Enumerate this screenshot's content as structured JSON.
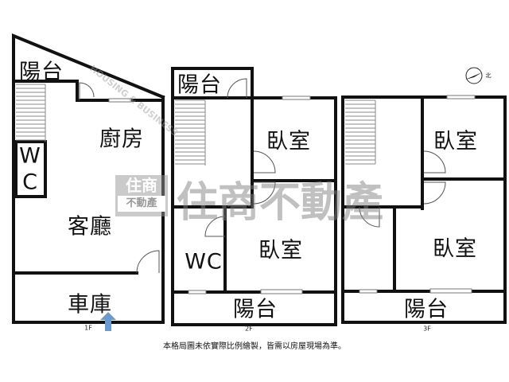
{
  "floors": [
    {
      "name": "1F",
      "rooms": [
        "陽台",
        "廚房",
        "W",
        "C",
        "客廳",
        "車庫"
      ]
    },
    {
      "name": "2F",
      "rooms": [
        "陽台",
        "臥室",
        "臥室",
        "WC",
        "陽台"
      ]
    },
    {
      "name": "3F",
      "rooms": [
        "臥室",
        "臥室",
        "陽台"
      ]
    }
  ],
  "note": "本格局圖未依實際比例繪製，皆需以房屋現場為準。",
  "compass_label": "北",
  "watermark": {
    "brand": "住商不動產",
    "badge_top": "住商",
    "badge_bottom": "不動產",
    "english": "HOUSING & BUSINESS"
  },
  "colors": {
    "entrance_arrow": "#6a9bd0",
    "walls": "#111111"
  }
}
